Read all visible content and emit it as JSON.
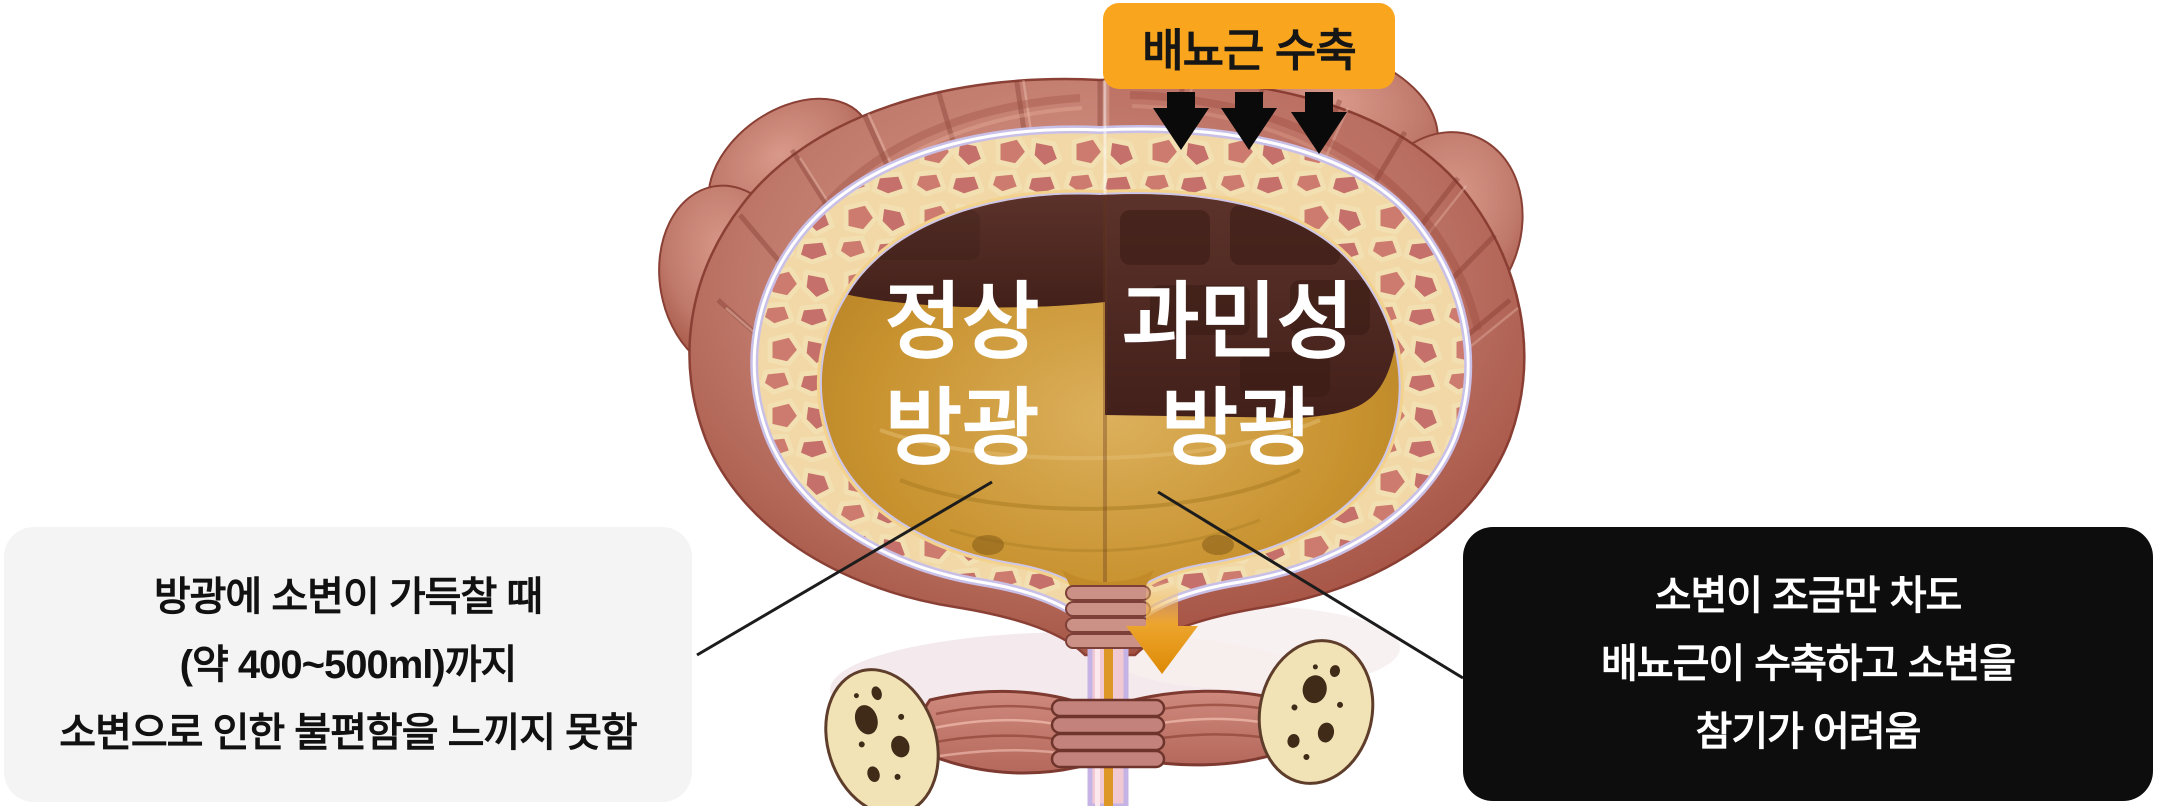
{
  "top_label": {
    "text": "배뇨근 수축"
  },
  "bladder": {
    "left_label": {
      "line1": "정상",
      "line2": "방광"
    },
    "right_label": {
      "line1": "과민성",
      "line2": "방광"
    }
  },
  "left_callout": {
    "lines": [
      "방광에 소변이 가득찰 때",
      "(약 400~500ml)까지",
      "소변으로 인한 불편함을 느끼지 못함"
    ]
  },
  "right_callout": {
    "lines": [
      "소변이 조금만 차도",
      "배뇨근이 수축하고 소변을",
      "참기가 어려움"
    ]
  },
  "colors": {
    "top_label_bg": "#F9A51E",
    "top_label_text": "#161616",
    "left_callout_bg": "#F4F4F4",
    "left_callout_text": "#111111",
    "right_callout_bg": "#0D0D0D",
    "right_callout_text": "#FFFFFF",
    "pressure_arrow": "#0A0A0A",
    "leak_arrow": "#DD8A05",
    "connector_line": "#1C1C1C"
  },
  "icons": {
    "pressure_arrow": "black-down-arrow-icon",
    "leak_arrow": "orange-down-arrow-icon"
  }
}
